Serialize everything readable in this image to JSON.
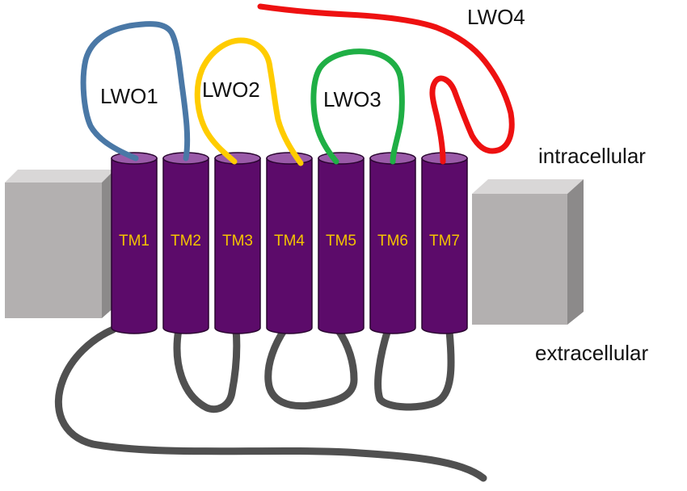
{
  "diagram": {
    "loops": [
      {
        "label": "LWO1",
        "color": "#4a78a6"
      },
      {
        "label": "LWO2",
        "color": "#ffcc00"
      },
      {
        "label": "LWO3",
        "color": "#1faf45"
      },
      {
        "label": "LWO4",
        "color": "#ee1111"
      }
    ],
    "helices": [
      "TM1",
      "TM2",
      "TM3",
      "TM4",
      "TM5",
      "TM6",
      "TM7"
    ],
    "regions": {
      "intracellular": "intracellular",
      "extracellular": "extracellular"
    },
    "colors": {
      "helix_body": "#5c0b6a",
      "helix_top": "#9a5aa8",
      "helix_label": "#f5c400",
      "membrane_front": "#b3b0b0",
      "membrane_side": "#8c8a8a",
      "membrane_top": "#d9d7d7",
      "extracellular_loop": "#505050"
    }
  }
}
